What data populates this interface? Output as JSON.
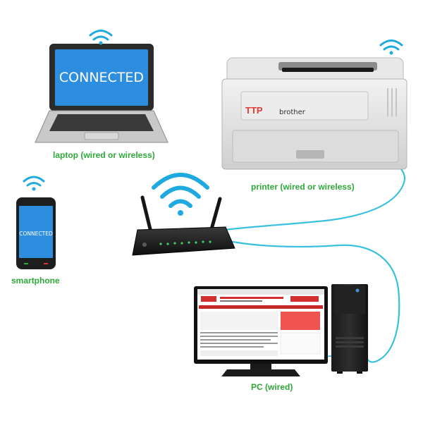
{
  "devices": {
    "laptop": {
      "label": "laptop (wired or wireless)",
      "screen_text": "CONNECTED"
    },
    "printer": {
      "label": "printer (wired or wireless)",
      "brand": "brother",
      "logo_text": "TTP"
    },
    "smartphone": {
      "label": "smartphone",
      "screen_text": "CONNECTED"
    },
    "pc": {
      "label": "PC (wired)"
    }
  },
  "colors": {
    "wifi": "#1fa9e1",
    "label": "#2fa83a",
    "cable": "#39c1dc",
    "screen": "#2d8ee0"
  }
}
